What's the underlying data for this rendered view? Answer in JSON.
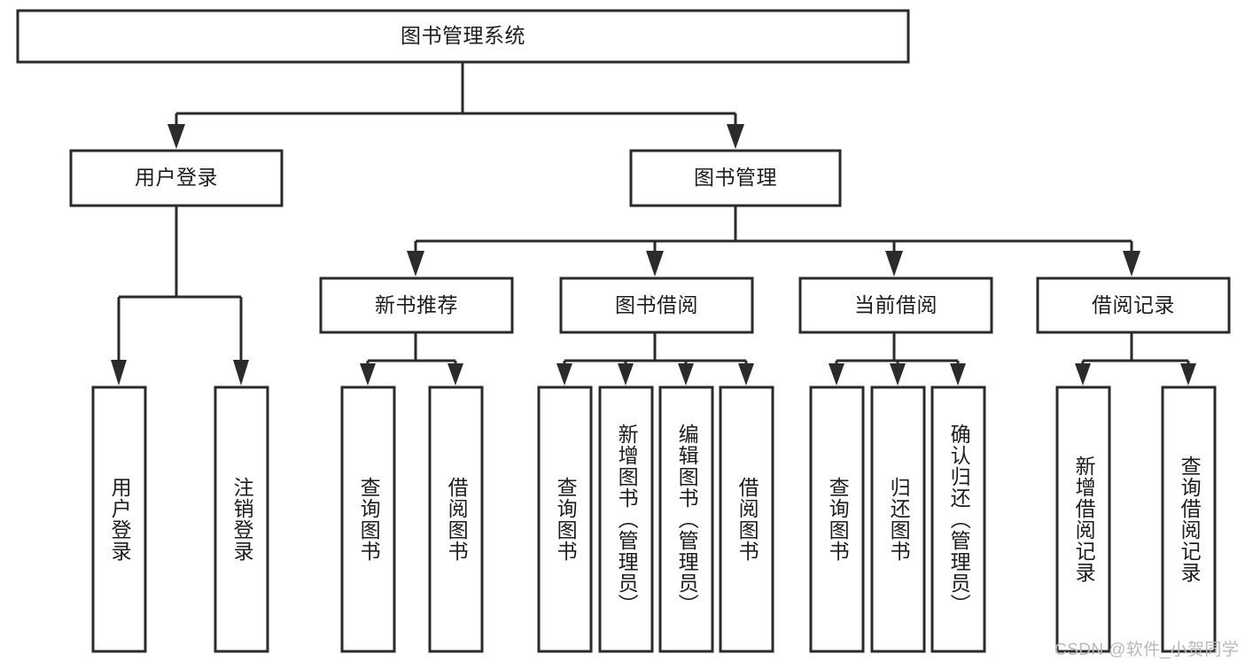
{
  "diagram": {
    "title": "图书管理系统",
    "type": "hierarchy-tree",
    "watermark": "CSDN @软件_小贺同学",
    "colors": {
      "box_stroke": "#2b2b2b",
      "box_fill": "#ffffff",
      "text": "#1d1d1d",
      "background": "#ffffff",
      "watermark": "#b9b9b9"
    },
    "root": {
      "label": "图书管理系统"
    },
    "level2": [
      {
        "label": "用户登录"
      },
      {
        "label": "图书管理"
      }
    ],
    "level3": [
      {
        "label": "新书推荐"
      },
      {
        "label": "图书借阅"
      },
      {
        "label": "当前借阅"
      },
      {
        "label": "借阅记录"
      }
    ],
    "leaves": {
      "user_login": [
        {
          "label": "用户登录"
        },
        {
          "label": "注销登录"
        }
      ],
      "new_book_recommend": [
        {
          "label": "查询图书"
        },
        {
          "label": "借阅图书"
        }
      ],
      "book_borrow": [
        {
          "label": "查询图书"
        },
        {
          "label": "新增图书（管理员）"
        },
        {
          "label": "编辑图书（管理员）"
        },
        {
          "label": "借阅图书"
        }
      ],
      "current_borrow": [
        {
          "label": "查询图书"
        },
        {
          "label": "归还图书"
        },
        {
          "label": "确认归还（管理员）"
        }
      ],
      "borrow_record": [
        {
          "label": "新增借阅记录"
        },
        {
          "label": "查询借阅记录"
        }
      ]
    }
  }
}
